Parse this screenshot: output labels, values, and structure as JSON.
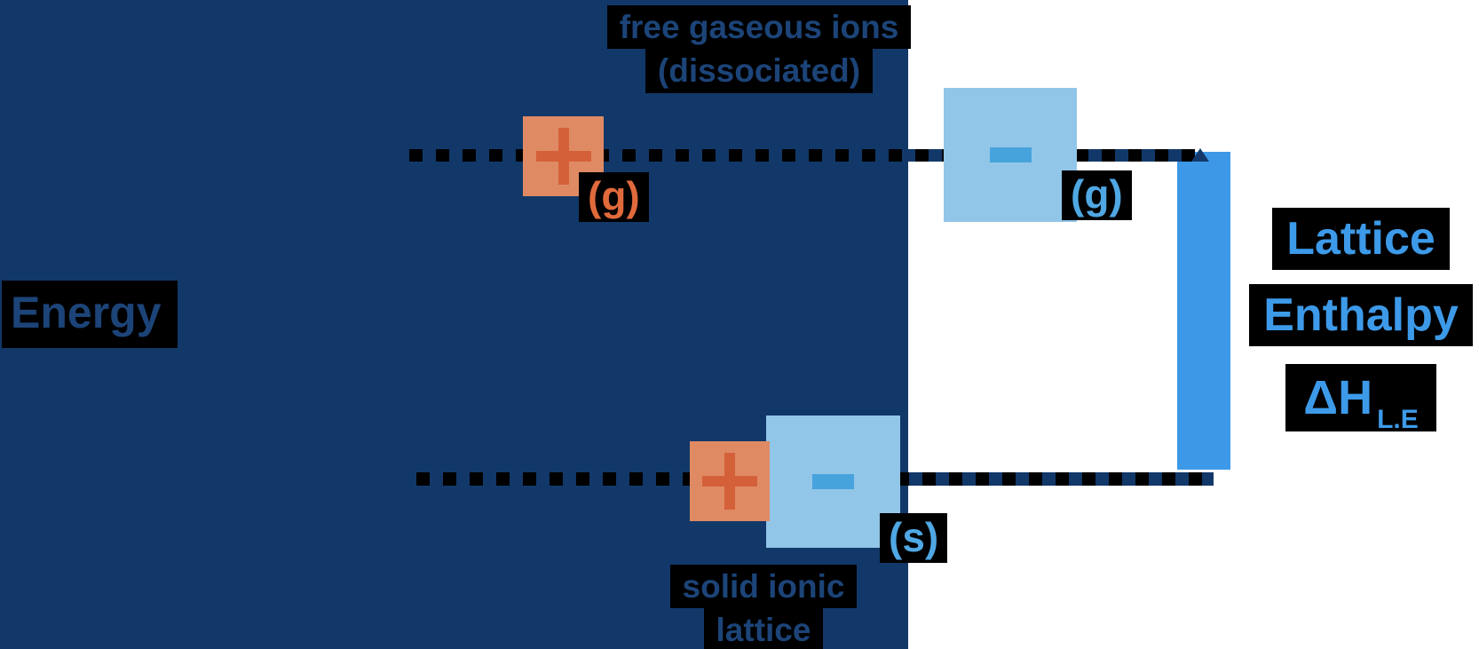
{
  "diagram": {
    "title": "Lattice Enthalpy energy level diagram",
    "y_axis_label": "Energy",
    "upper_level": {
      "label_line1": "free gaseous ions",
      "label_line2": "(dissociated)",
      "cation_state": "(g)",
      "anion_state": "(g)"
    },
    "lower_level": {
      "label_line1": "solid ionic",
      "label_line2": "lattice",
      "state": "(s)"
    },
    "symbols": {
      "cation": "+",
      "anion": "−"
    },
    "arrow": {
      "label_line1": "Lattice",
      "label_line2": "Enthalpy",
      "formula": "ΔH",
      "formula_subscript": "L.E"
    },
    "icons": [
      "plus-icon",
      "minus-icon",
      "arrow-up-icon"
    ],
    "colors": {
      "background_panel": "#123869",
      "background_page": "#FFFFFF",
      "label_text_navy": "#1C4478",
      "highlight_box": "#000000",
      "cation_square": "#E08A64",
      "cation_symbol": "#D4603A",
      "cation_state_text": "#E06A3C",
      "anion_square": "#92C6E8",
      "anion_symbol": "#47A3DC",
      "state_text_blue": "#4FA7E3",
      "enthalpy_bar": "#3D99E8",
      "enthalpy_text": "#3D9AE9"
    }
  }
}
